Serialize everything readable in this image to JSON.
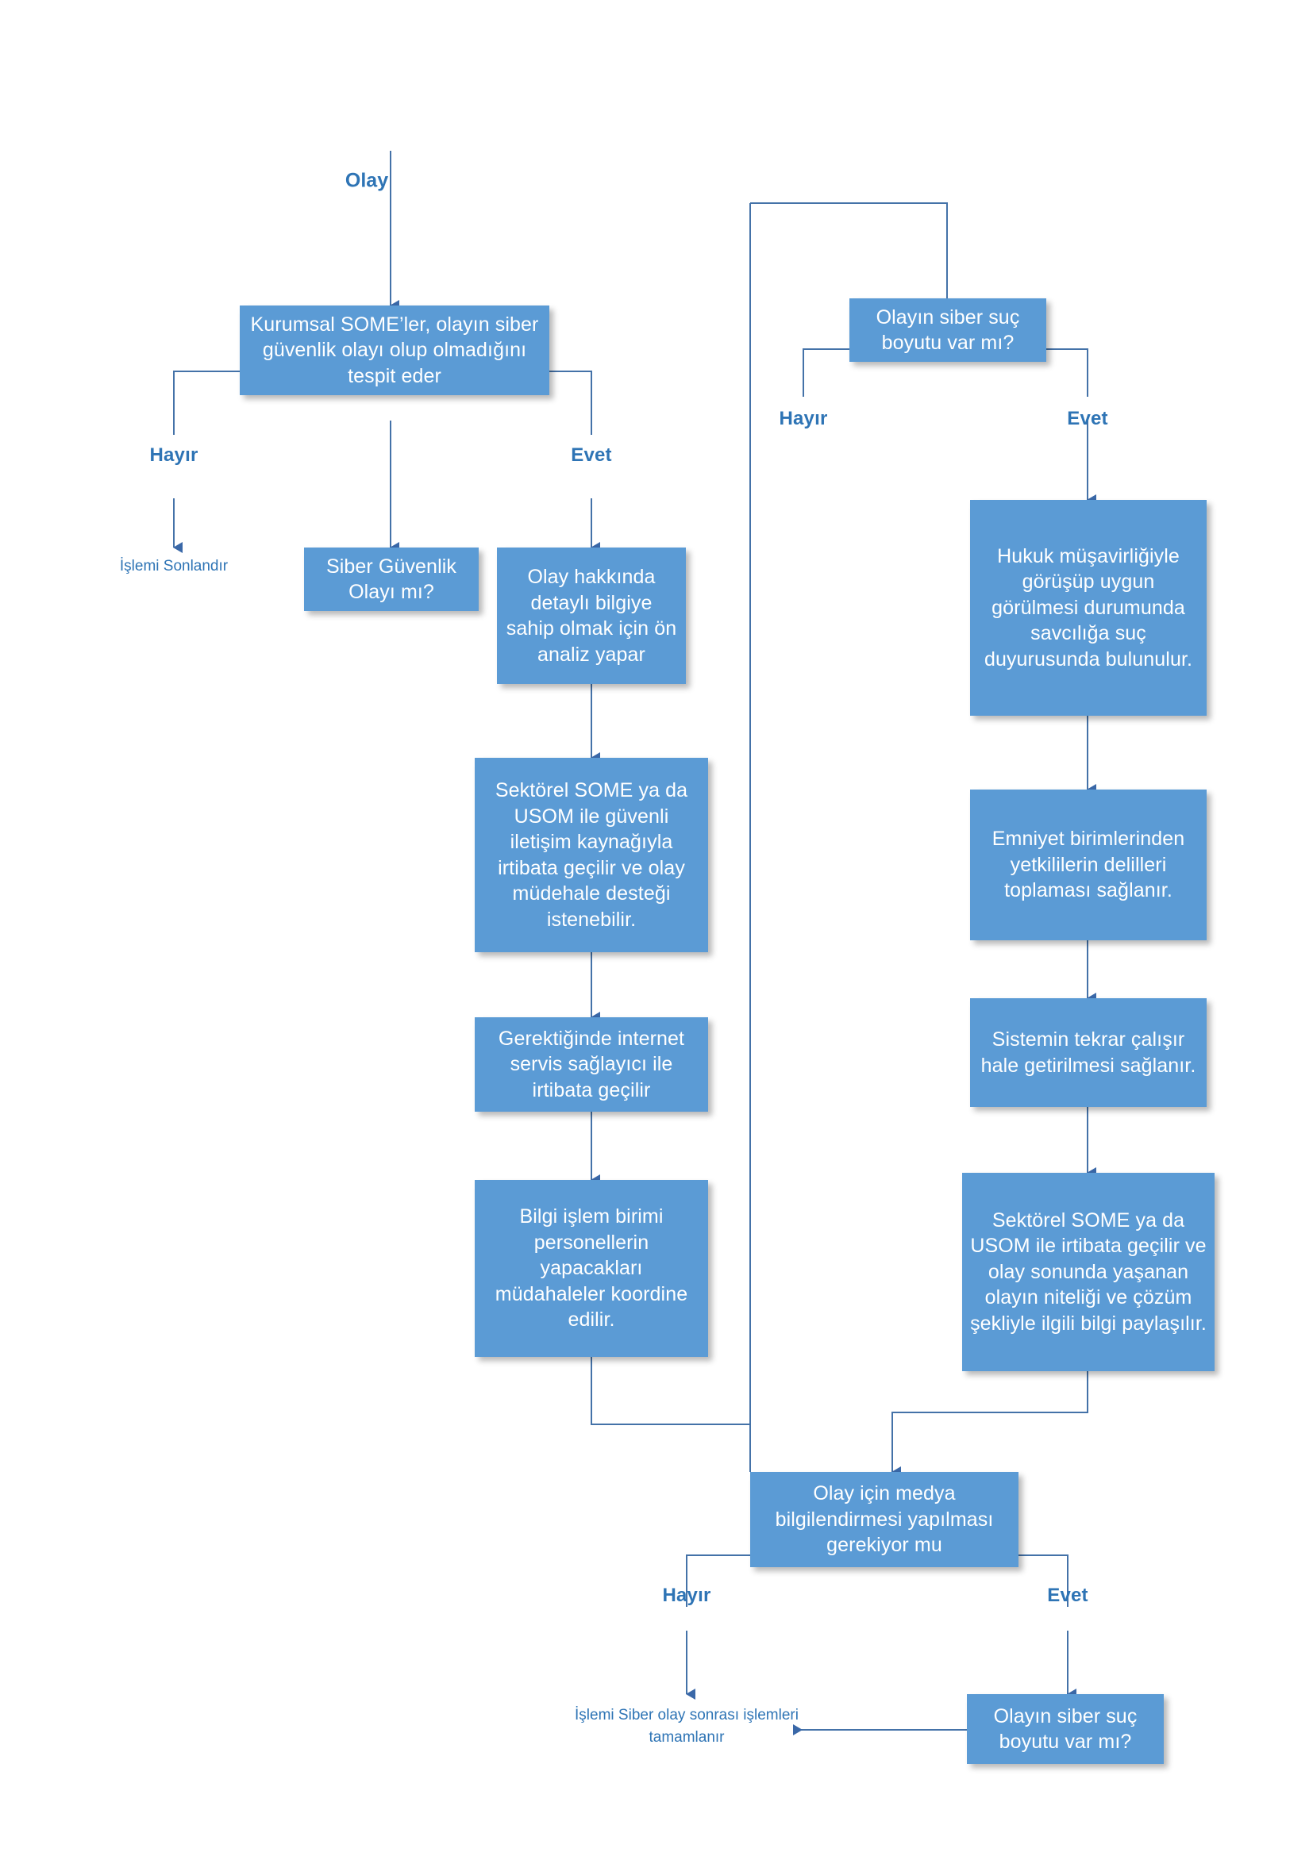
{
  "diagram": {
    "type": "flowchart",
    "title": "Siber Olay Müdahale Akış Şeması",
    "colors": {
      "node_fill": "#5B9BD5",
      "node_text": "#FFFFFF",
      "label_text": "#2E74B5",
      "connector": "#4472A8",
      "background": "#FFFFFF"
    },
    "start": {
      "label": "Olay"
    },
    "nodes": {
      "kurumsal_some": "Kurumsal SOME’ler, olayın siber güvenlik olayı olup olmadığını tespit eder",
      "siber_guvenlik_olayi_mi": "Siber Güvenlik Olayı mı?",
      "on_analiz": "Olay hakkında detaylı bilgiye sahip olmak için ön analiz yapar",
      "sektorel_some_guvenli": "Sektörel SOME ya da USOM ile güvenli iletişim kaynağıyla irtibata geçilir ve olay müdehale desteği istenebilir.",
      "isp_irtibat": "Gerektiğinde internet servis sağlayıcı ile irtibata geçilir",
      "bilgi_islem_koordine": "Bilgi işlem birimi personellerin yapacakları müdahaleler koordine edilir.",
      "siber_suc_boyutu_ust": "Olayın siber suç boyutu var mı?",
      "hukuk_musavirligi": "Hukuk müşavirliğiyle görüşüp uygun görülmesi durumunda savcılığa suç duyurusunda bulunulur.",
      "emniyet_deliller": "Emniyet birimlerinden yetkililerin delilleri toplaması sağlanır.",
      "sistem_tekrar_calisir": "Sistemin tekrar çalışır hale getirilmesi sağlanır.",
      "sektorel_some_bilgi_paylasim": "Sektörel SOME ya da USOM ile irtibata geçilir ve olay sonunda yaşanan olayın niteliği ve çözüm şekliyle ilgili bilgi paylaşılır.",
      "medya_bilgilendirmesi": "Olay için medya bilgilendirmesi yapılması gerekiyor mu",
      "siber_suc_boyutu_alt": "Olayın siber suç boyutu var mı?"
    },
    "terminals": {
      "islemi_sonlandir": "İşlemi Sonlandır",
      "siber_olay_sonrasi": "İşlemi Siber olay sonrası işlemleri tamamlanır"
    },
    "branch_labels": {
      "kurumsal_hayir": "Hayır",
      "kurumsal_evet": "Evet",
      "suc_ust_hayir": "Hayır",
      "suc_ust_evet": "Evet",
      "medya_hayir": "Hayır",
      "medya_evet": "Evet"
    }
  }
}
